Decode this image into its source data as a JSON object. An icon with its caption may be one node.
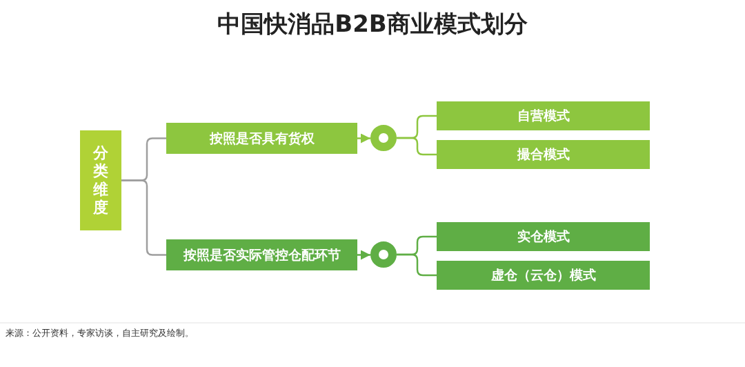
{
  "diagram": {
    "title": "中国快消品B2B商业模式划分",
    "nodes": [
      {
        "text": [
          "分类维度"
        ]
      },
      {
        "text": [
          "按照是否具有货权"
        ]
      },
      {
        "text": [],
        "shape": "circle"
      },
      {
        "text": [
          "自营模式"
        ]
      },
      {
        "text": [
          "撮合模式"
        ]
      },
      {
        "text": [
          "按照是否实际管控仓配环节"
        ]
      },
      {
        "text": [],
        "shape": "circle"
      },
      {
        "text": [
          "实仓模式"
        ]
      },
      {
        "text": [
          "虚仓（云仓）模式"
        ]
      }
    ],
    "edges": [
      {
        "from": 0,
        "to": 1,
        "arrow": "none",
        "color": "#9e9e9e"
      },
      {
        "from": 0,
        "to": 5,
        "arrow": "none",
        "color": "#9e9e9e"
      },
      {
        "from": 1,
        "to": 2,
        "arrow": "to"
      },
      {
        "from": 2,
        "to": 3,
        "arrow": "none"
      },
      {
        "from": 2,
        "to": 4,
        "arrow": "none"
      },
      {
        "from": 5,
        "to": 6,
        "arrow": "to"
      },
      {
        "from": 6,
        "to": 7,
        "arrow": "none"
      },
      {
        "from": 6,
        "to": 8,
        "arrow": "none"
      }
    ],
    "labels": [
      "来源：公开资料，专家访谈，自主研究及绘制。"
    ]
  }
}
